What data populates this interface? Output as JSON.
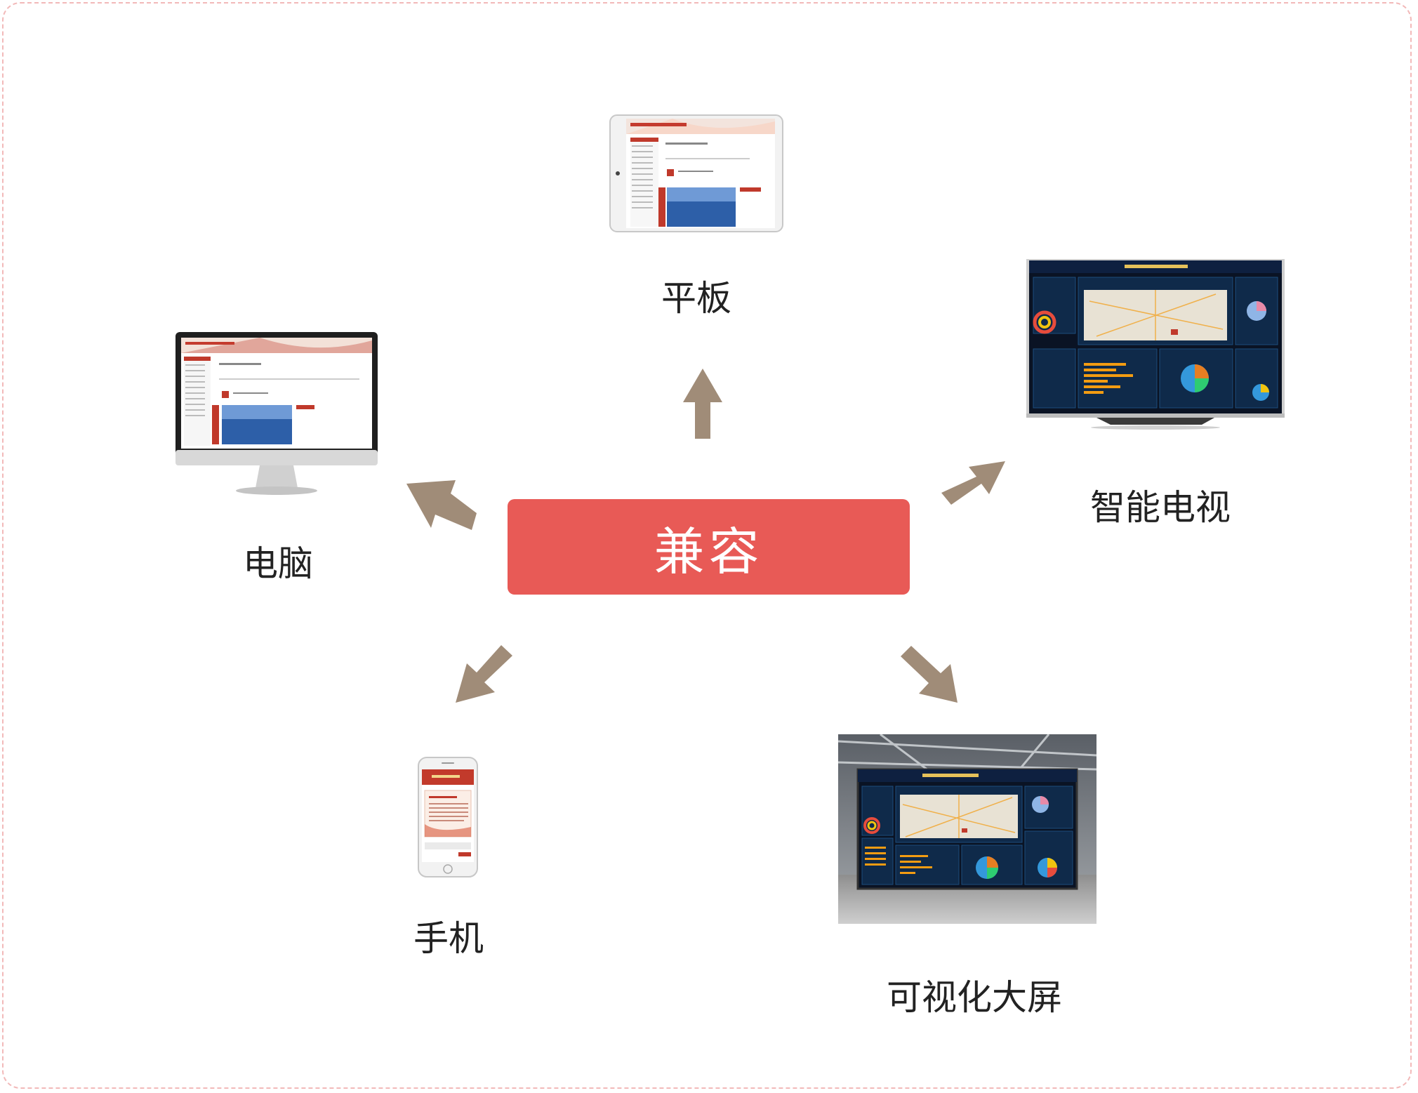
{
  "center": {
    "label": "兼容"
  },
  "devices": {
    "tablet": {
      "label": "平板"
    },
    "desktop": {
      "label": "电脑"
    },
    "tv": {
      "label": "智能电视"
    },
    "phone": {
      "label": "手机"
    },
    "videowall": {
      "label": "可视化大屏"
    }
  },
  "colors": {
    "center_fill": "#e85a56",
    "arrow": "#a08c78",
    "frame_border": "#f2b9b9"
  }
}
